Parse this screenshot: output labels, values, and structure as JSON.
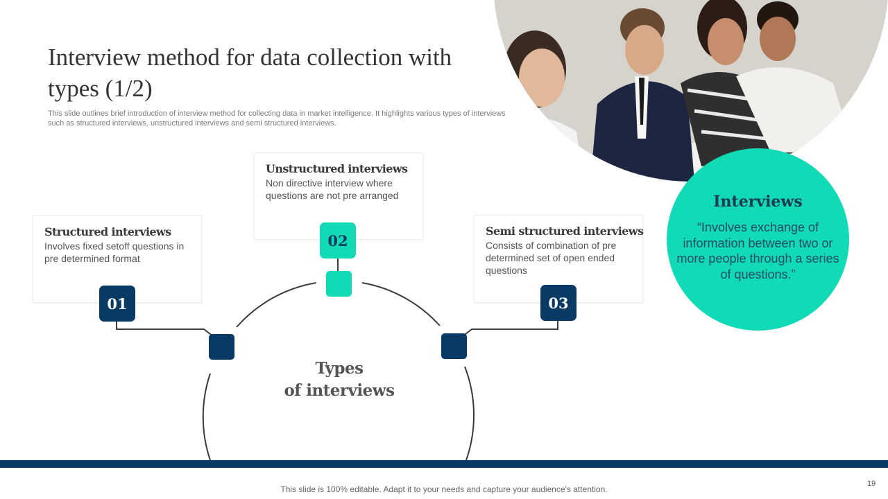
{
  "slide": {
    "title": "Interview method for data collection with types (1/2)",
    "subtitle": "This slide outlines brief introduction of interview method for collecting data in market intelligence. It highlights various types of interviews such as structured interviews, unstructured interviews and semi structured interviews.",
    "center_label_line1": "Types",
    "center_label_line2": "of interviews",
    "footer_note": "This slide is 100% editable. Adapt it to your needs and capture your audience's attention.",
    "page_number": "19"
  },
  "types": [
    {
      "number": "01",
      "title": "Structured interviews",
      "description": "Involves fixed setoff questions in pre determined format"
    },
    {
      "number": "02",
      "title": "Unstructured interviews",
      "description": "Non directive interview where questions are not pre arranged"
    },
    {
      "number": "03",
      "title": "Semi structured interviews",
      "description": "Consists of combination of pre determined set of open ended questions"
    }
  ],
  "definition": {
    "title": "Interviews",
    "quote": "“Involves exchange of information between two or more people through a series of questions.”"
  },
  "colors": {
    "navy": "#093a66",
    "teal": "#10dbb6",
    "title_text": "#333333"
  }
}
